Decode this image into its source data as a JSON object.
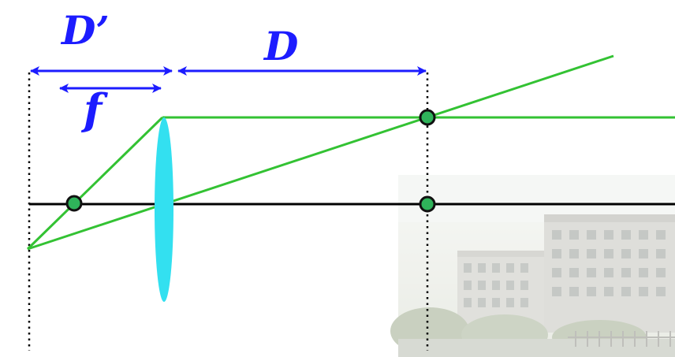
{
  "labels": {
    "d_prime": "D’",
    "d": "D",
    "f": "f"
  },
  "colors": {
    "label": "#1c1cff",
    "arrows": "#1c1cff",
    "rays": "#33c233",
    "lens": "#33e0f0",
    "axis": "#000000",
    "points": "#2fb35a"
  }
}
